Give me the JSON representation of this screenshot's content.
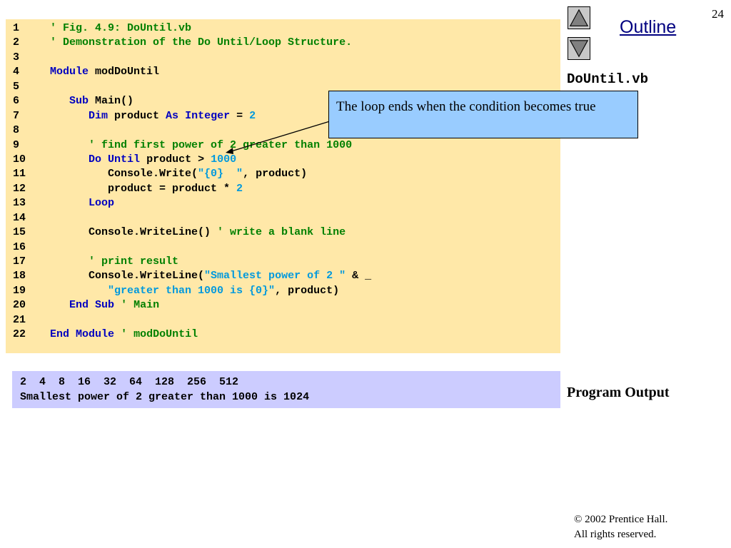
{
  "slide": {
    "page_number": "24",
    "outline_label": "Outline",
    "file_name": "DoUntil.vb",
    "program_output_label": "Program Output",
    "copyright": "© 2002 Prentice Hall.",
    "rights": "All rights reserved."
  },
  "callout": {
    "text": "The loop ends when the condition becomes true"
  },
  "code": {
    "lines": [
      {
        "no": "1",
        "tokens": [
          {
            "t": "c",
            "s": "' Fig. 4.9: DoUntil.vb"
          }
        ]
      },
      {
        "no": "2",
        "tokens": [
          {
            "t": "c",
            "s": "' Demonstration of the Do Until/Loop Structure."
          }
        ]
      },
      {
        "no": "3",
        "tokens": []
      },
      {
        "no": "4",
        "tokens": [
          {
            "t": "k",
            "s": "Module"
          },
          {
            "t": "p",
            "s": " modDoUntil"
          }
        ]
      },
      {
        "no": "5",
        "tokens": []
      },
      {
        "no": "6",
        "tokens": [
          {
            "t": "p",
            "s": "   "
          },
          {
            "t": "k",
            "s": "Sub"
          },
          {
            "t": "p",
            "s": " Main()"
          }
        ]
      },
      {
        "no": "7",
        "tokens": [
          {
            "t": "p",
            "s": "      "
          },
          {
            "t": "k",
            "s": "Dim"
          },
          {
            "t": "p",
            "s": " product "
          },
          {
            "t": "k",
            "s": "As"
          },
          {
            "t": "p",
            "s": " "
          },
          {
            "t": "k",
            "s": "Integer"
          },
          {
            "t": "p",
            "s": " = "
          },
          {
            "t": "n",
            "s": "2"
          }
        ]
      },
      {
        "no": "8",
        "tokens": []
      },
      {
        "no": "9",
        "tokens": [
          {
            "t": "p",
            "s": "      "
          },
          {
            "t": "c",
            "s": "' find first power of 2 greater than 1000"
          }
        ]
      },
      {
        "no": "10",
        "tokens": [
          {
            "t": "p",
            "s": "      "
          },
          {
            "t": "k",
            "s": "Do"
          },
          {
            "t": "p",
            "s": " "
          },
          {
            "t": "k",
            "s": "Until"
          },
          {
            "t": "p",
            "s": " product > "
          },
          {
            "t": "n",
            "s": "1000"
          }
        ]
      },
      {
        "no": "11",
        "tokens": [
          {
            "t": "p",
            "s": "         Console.Write("
          },
          {
            "t": "s",
            "s": "\"{0}  \""
          },
          {
            "t": "p",
            "s": ", product)"
          }
        ]
      },
      {
        "no": "12",
        "tokens": [
          {
            "t": "p",
            "s": "         product = product * "
          },
          {
            "t": "n",
            "s": "2"
          }
        ]
      },
      {
        "no": "13",
        "tokens": [
          {
            "t": "p",
            "s": "      "
          },
          {
            "t": "k",
            "s": "Loop"
          }
        ]
      },
      {
        "no": "14",
        "tokens": []
      },
      {
        "no": "15",
        "tokens": [
          {
            "t": "p",
            "s": "      Console.WriteLine() "
          },
          {
            "t": "c",
            "s": "' write a blank line"
          }
        ]
      },
      {
        "no": "16",
        "tokens": []
      },
      {
        "no": "17",
        "tokens": [
          {
            "t": "p",
            "s": "      "
          },
          {
            "t": "c",
            "s": "' print result"
          }
        ]
      },
      {
        "no": "18",
        "tokens": [
          {
            "t": "p",
            "s": "      Console.WriteLine("
          },
          {
            "t": "s",
            "s": "\"Smallest power of 2 \""
          },
          {
            "t": "p",
            "s": " & _"
          }
        ]
      },
      {
        "no": "19",
        "tokens": [
          {
            "t": "p",
            "s": "         "
          },
          {
            "t": "s",
            "s": "\"greater than 1000 is {0}\""
          },
          {
            "t": "p",
            "s": ", product)"
          }
        ]
      },
      {
        "no": "20",
        "tokens": [
          {
            "t": "p",
            "s": "   "
          },
          {
            "t": "k",
            "s": "End"
          },
          {
            "t": "p",
            "s": " "
          },
          {
            "t": "k",
            "s": "Sub"
          },
          {
            "t": "p",
            "s": " "
          },
          {
            "t": "c",
            "s": "' Main"
          }
        ]
      },
      {
        "no": "21",
        "tokens": []
      },
      {
        "no": "22",
        "tokens": [
          {
            "t": "k",
            "s": "End"
          },
          {
            "t": "p",
            "s": " "
          },
          {
            "t": "k",
            "s": "Module"
          },
          {
            "t": "p",
            "s": " "
          },
          {
            "t": "c",
            "s": "' modDoUntil"
          }
        ]
      }
    ]
  },
  "output": {
    "lines": [
      "2  4  8  16  32  64  128  256  512",
      "Smallest power of 2 greater than 1000 is 1024"
    ]
  }
}
